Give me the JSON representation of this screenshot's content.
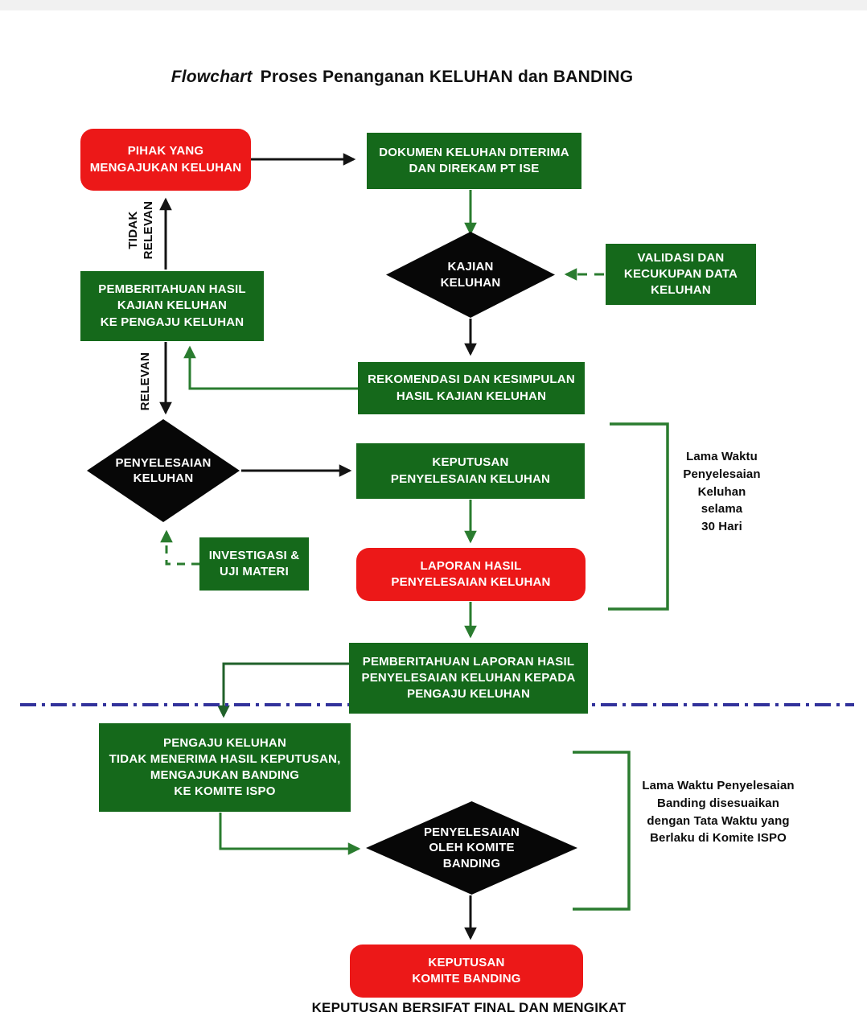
{
  "title": {
    "prefix": "Flowchart",
    "main": "Proses Penanganan KELUHAN dan BANDING"
  },
  "nodes": {
    "pihak": "PIHAK YANG\nMENGAJUKAN KELUHAN",
    "dokumen": "DOKUMEN KELUHAN DITERIMA\nDAN DIREKAM PT ISE",
    "kajian": "KAJIAN\nKELUHAN",
    "validasi": "VALIDASI DAN\nKECUKUPAN DATA\nKELUHAN",
    "pemberitahuan_hasil": "PEMBERITAHUAN HASIL\nKAJIAN KELUHAN\nKE PENGAJU KELUHAN",
    "rekomendasi": "REKOMENDASI DAN KESIMPULAN\nHASIL KAJIAN KELUHAN",
    "penyelesaian_keluhan": "PENYELESAIAN\nKELUHAN",
    "keputusan_penyelesaian": "KEPUTUSAN\nPENYELESAIAN KELUHAN",
    "investigasi": "INVESTIGASI &\nUJI MATERI",
    "laporan_hasil": "LAPORAN HASIL\nPENYELESAIAN KELUHAN",
    "pemberitahuan_laporan": "PEMBERITAHUAN LAPORAN HASIL\nPENYELESAIAN KELUHAN KEPADA\nPENGAJU KELUHAN",
    "pengaju_banding": "PENGAJU KELUHAN\nTIDAK MENERIMA HASIL KEPUTUSAN,\nMENGAJUKAN BANDING\nKE KOMITE ISPO",
    "penyelesaian_banding": "PENYELESAIAN\nOLEH KOMITE\nBANDING",
    "keputusan_banding": "KEPUTUSAN\nKOMITE BANDING"
  },
  "edge_labels": {
    "tidak_relevan": "TIDAK\nRELEVAN",
    "relevan": "RELEVAN"
  },
  "annotations": {
    "lama_keluhan": "Lama Waktu\nPenyelesaian\nKeluhan\nselama\n30 Hari",
    "lama_banding": "Lama Waktu Penyelesaian\nBanding disesuaikan\ndengan Tata Waktu yang\nBerlaku di Komite ISPO"
  },
  "footer": {
    "text": "KEPUTUSAN BERSIFAT FINAL DAN MENGIKAT"
  },
  "colors": {
    "green_box": "#15691b",
    "red_box": "#ec1818",
    "diamond_black": "#070707",
    "connector_black": "#141414",
    "connector_green": "#2a7c2f",
    "connector_dark_green": "#20612a",
    "divider_blue": "#32329b",
    "text_white": "#ffffff",
    "text_black": "#0c0c0c"
  }
}
